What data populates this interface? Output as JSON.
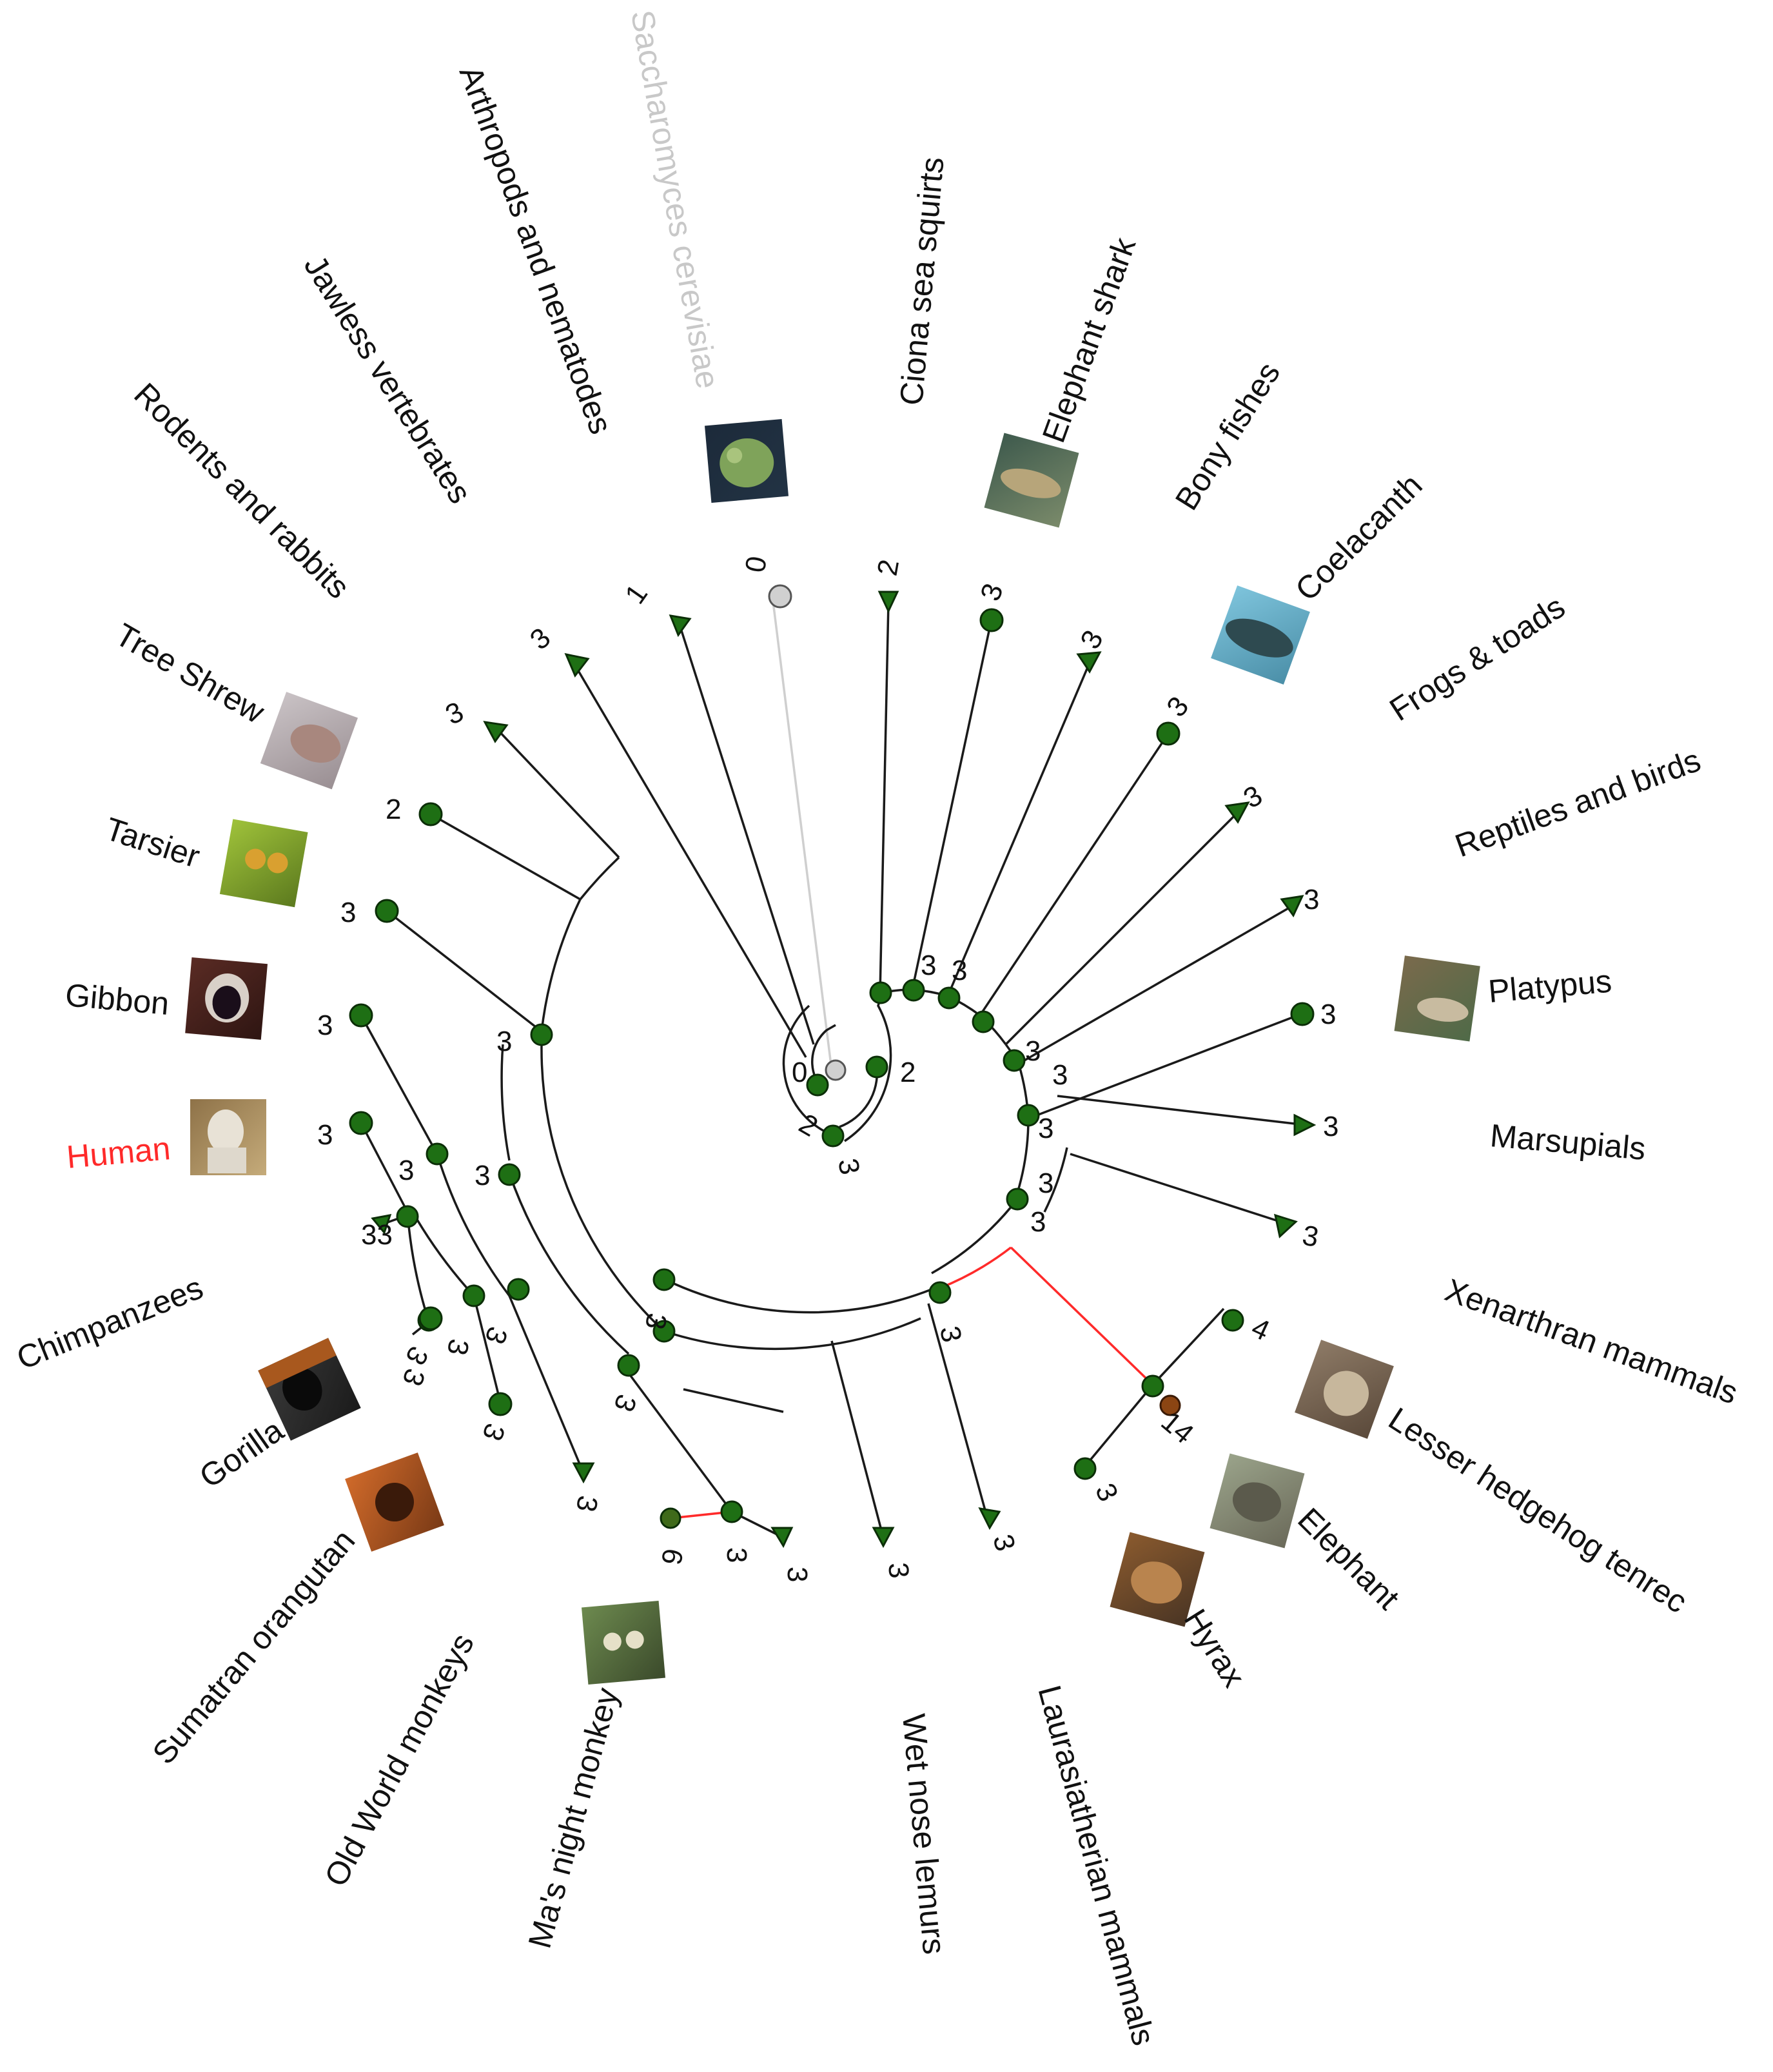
{
  "colors": {
    "node_green": "#1e6f14",
    "node_gray": "#d0d0d0",
    "node_brown": "#8b4513",
    "highlight": "#ff2a2a",
    "muted_text": "#c8c8c8",
    "branch": "#1a1a1a"
  },
  "taxa": [
    {
      "id": "saccharomyces",
      "label": "Saccharomyces cerevisiae",
      "count": "0",
      "style": "muted",
      "picture": "yeast-photo"
    },
    {
      "id": "ciona",
      "label": "Ciona sea squirts",
      "count": "2"
    },
    {
      "id": "elephant-shark",
      "label": "Elephant shark",
      "count": "3",
      "picture": "elephant-shark-photo"
    },
    {
      "id": "bony-fishes",
      "label": "Bony fishes",
      "count": "3"
    },
    {
      "id": "coelacanth",
      "label": "Coelacanth",
      "count": "3",
      "picture": "coelacanth-photo"
    },
    {
      "id": "frogs",
      "label": "Frogs & toads",
      "count": "3"
    },
    {
      "id": "reptiles",
      "label": "Reptiles and birds",
      "count": "3"
    },
    {
      "id": "platypus",
      "label": "Platypus",
      "count": "3",
      "picture": "platypus-photo"
    },
    {
      "id": "marsupials",
      "label": "Marsupials",
      "count": "3"
    },
    {
      "id": "xenarthran",
      "label": "Xenarthran mammals",
      "count": "3"
    },
    {
      "id": "tenrec",
      "label": "Lesser hedgehog tenrec",
      "count": "4",
      "picture": "tenrec-photo"
    },
    {
      "id": "elephant",
      "label": "Elephant",
      "count": "14",
      "style": "highlight",
      "picture": "elephant-photo"
    },
    {
      "id": "hyrax",
      "label": "Hyrax",
      "count": "3",
      "picture": "hyrax-photo"
    },
    {
      "id": "laurasiatherian",
      "label": "Laurasiatherian mammals",
      "count": "3"
    },
    {
      "id": "wet-nose",
      "label": "Wet nose lemurs",
      "count": "3"
    },
    {
      "id": "night-monkey",
      "label": "Ma's night monkey",
      "count": "3",
      "picture": "night-monkey-photo"
    },
    {
      "id": "old-world",
      "label": "Old World monkeys",
      "count": "3"
    },
    {
      "id": "orangutan",
      "label": "Sumatran orangutan",
      "count": "3",
      "picture": "orangutan-photo"
    },
    {
      "id": "gorilla",
      "label": "Gorilla",
      "count": "3",
      "picture": "gorilla-photo"
    },
    {
      "id": "chimpanzees",
      "label": "Chimpanzees",
      "count": "3"
    },
    {
      "id": "human",
      "label": "Human",
      "count": "3",
      "style": "highlight",
      "picture": "human-statue-photo"
    },
    {
      "id": "gibbon",
      "label": "Gibbon",
      "count": "3",
      "picture": "gibbon-photo"
    },
    {
      "id": "tarsier",
      "label": "Tarsier",
      "count": "3",
      "picture": "tarsier-photo"
    },
    {
      "id": "tree-shrew",
      "label": "Tree Shrew",
      "count": "2",
      "picture": "tree-shrew-photo"
    },
    {
      "id": "rodents",
      "label": "Rodents and rabbits",
      "count": "3"
    },
    {
      "id": "jawless",
      "label": "Jawless vertebrates",
      "count": "3"
    },
    {
      "id": "arthropods",
      "label": "Arthropods and nematodes",
      "count": "1"
    }
  ],
  "extra_counts": {
    "elephant_lineage_node": "6",
    "xenarthran_internal": "3",
    "chimp_pair": "33",
    "inner_0": "0",
    "inner_2": "2",
    "inner_2b": "2",
    "inner_3": "3",
    "ann_3": "3",
    "ann_3b": "3",
    "ann_3c": "3",
    "ann_3d": "3",
    "ann_3e": "3",
    "ann_3f": "3",
    "ann_3g": "3",
    "ann_3h": "3",
    "ann_3i": "3",
    "ann_3j": "3",
    "ann_3k": "3",
    "ann_3l": "3",
    "ann_3m": "3",
    "ann_3n": "3",
    "ann_3o": "3",
    "ann_3p": "3",
    "ann_3q": "3",
    "ann_4": "4"
  }
}
